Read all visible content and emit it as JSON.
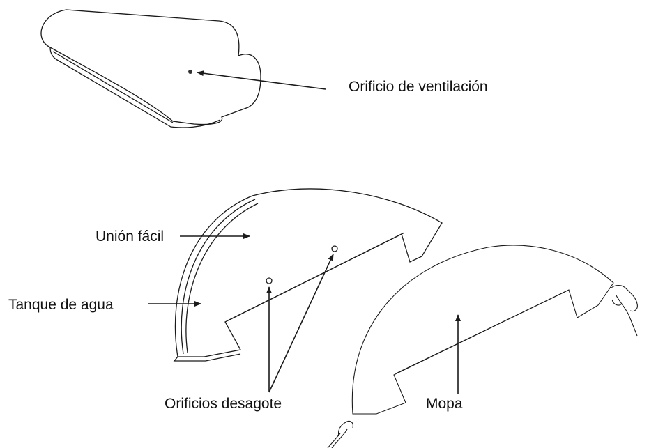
{
  "labels": {
    "ventilation_hole": "Orificio de ventilación",
    "easy_union": "Unión fácil",
    "water_tank": "Tanque de agua",
    "drain_holes": "Orificios desagote",
    "mop": "Mopa"
  },
  "colors": {
    "line": "#1a1a1a",
    "text": "#111111",
    "background": "#ffffff"
  }
}
